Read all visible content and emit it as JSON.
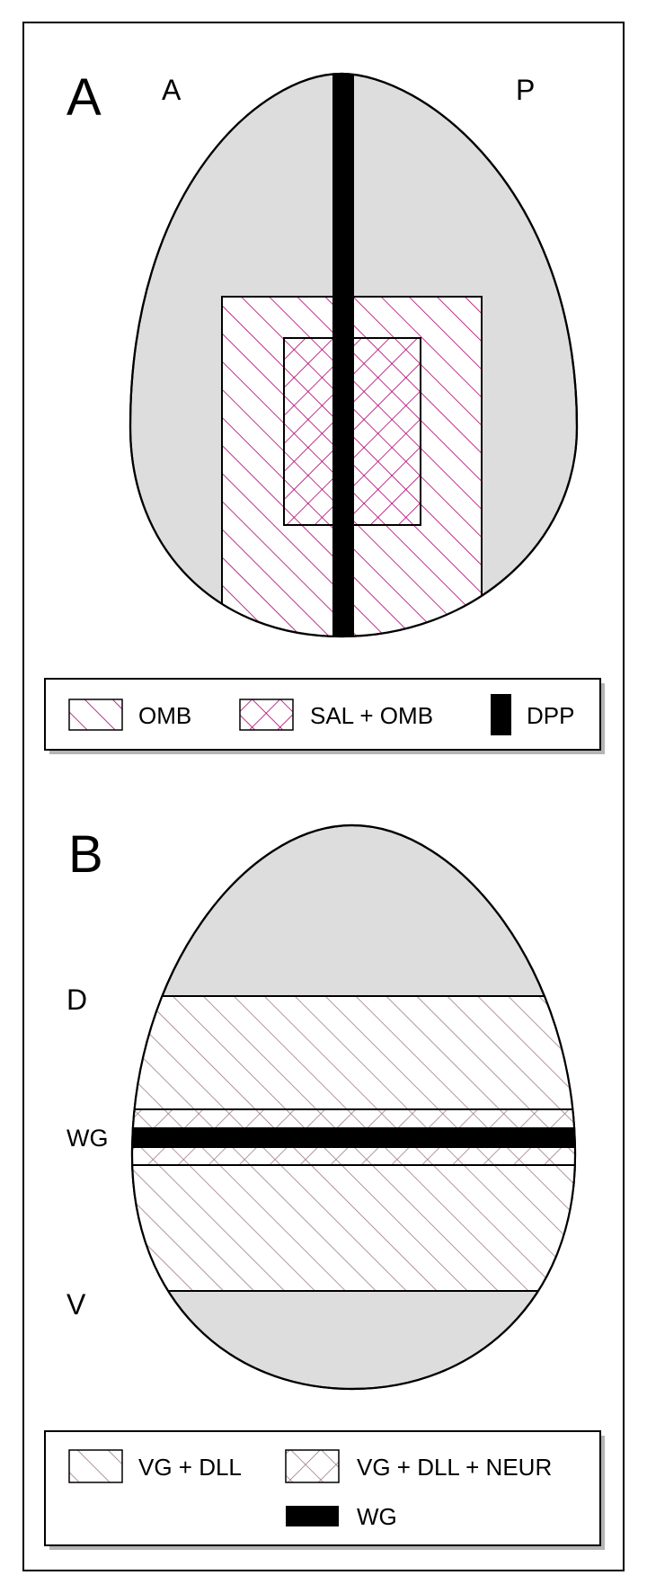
{
  "panel_a": {
    "letter": "A",
    "axis_left": "A",
    "axis_right": "P",
    "legend": [
      {
        "pattern": "single-hatch",
        "label": "OMB"
      },
      {
        "pattern": "cross-hatch",
        "label": "SAL + OMB"
      },
      {
        "pattern": "solid-bar",
        "label": "DPP"
      }
    ]
  },
  "panel_b": {
    "letter": "B",
    "axis_top": "D",
    "axis_middle": "WG",
    "axis_bottom": "V",
    "legend": [
      {
        "pattern": "single-hatch",
        "label": "VG + DLL"
      },
      {
        "pattern": "cross-hatch",
        "label": "VG + DLL + NEUR"
      },
      {
        "pattern": "solid-bar",
        "label": "WG"
      }
    ]
  },
  "colors": {
    "disc_fill": "#dddddd",
    "hatch_a": "#b0006e",
    "hatch_b": "#a07c84",
    "outline": "#000000",
    "shadow": "#b4b4b4"
  }
}
